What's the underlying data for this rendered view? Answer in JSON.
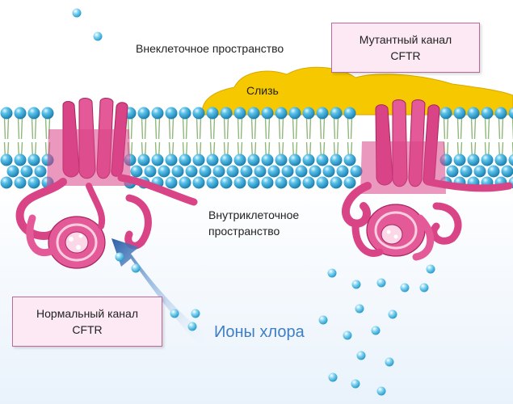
{
  "labels": {
    "extracellular": "Внеклеточное пространство",
    "mucus": "Слизь",
    "intracellular_line1": "Внутриклеточное",
    "intracellular_line2": "пространство",
    "chloride_ions": "Ионы хлора"
  },
  "boxes": {
    "mutant_line1": "Мутантный канал",
    "mutant_line2": "CFTR",
    "normal_line1": "Нормальный канал",
    "normal_line2": "CFTR"
  },
  "colors": {
    "lipid_head": "#2aa8d8",
    "lipid_tail": "#8fb87a",
    "protein": "#d94487",
    "mucus": "#f5c800",
    "arrow": "#3a6fb0",
    "box_bg": "#fce9f3"
  },
  "icons": {
    "lipid": "sphere-with-tails",
    "channel": "cftr-protein",
    "ion": "small-sphere",
    "arrow": "gradient-arrow"
  }
}
